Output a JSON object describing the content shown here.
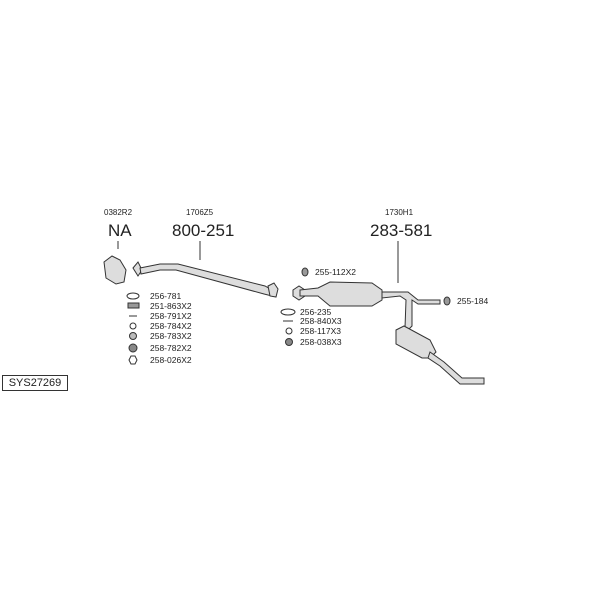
{
  "system_id": "SYS27269",
  "assemblies": [
    {
      "code": "0382R2",
      "part": "NA"
    },
    {
      "code": "1706Z5",
      "part": "800-251"
    },
    {
      "code": "1730H1",
      "part": "283-581"
    }
  ],
  "front_kit": [
    "256-781",
    "251-863X2",
    "258-791X2",
    "258-784X2",
    "258-783X2",
    "258-782X2",
    "258-026X2"
  ],
  "middle_kit": [
    "256-235",
    "258-840X3",
    "258-117X3",
    "258-038X3"
  ],
  "hanger_middle": "255-112X2",
  "hanger_rear": "255-184"
}
